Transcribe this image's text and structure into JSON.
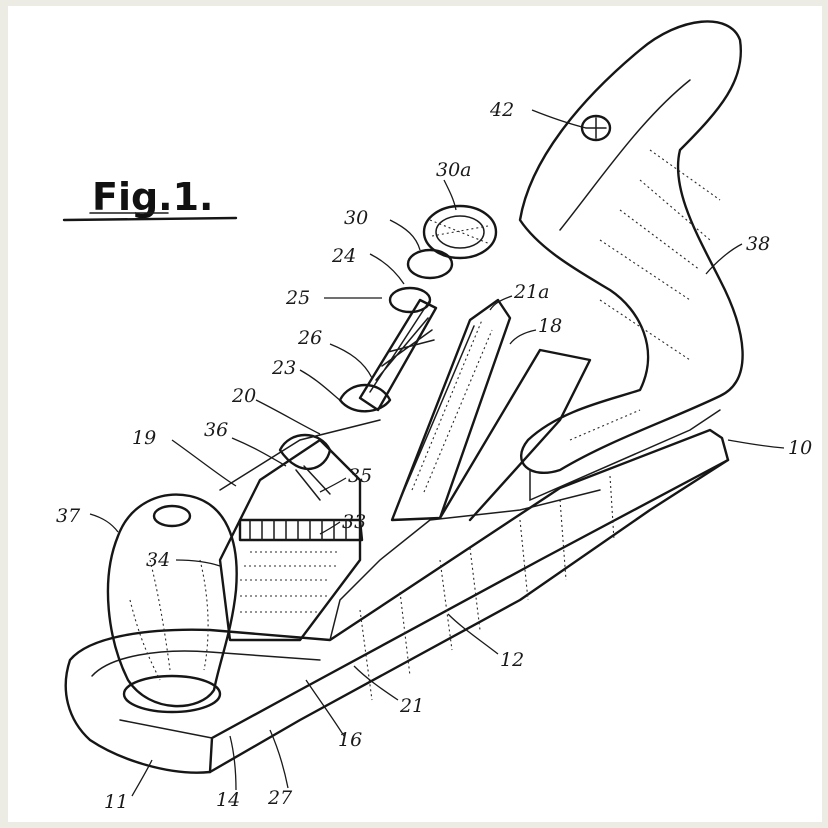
{
  "figure": {
    "title": "Fig.1.",
    "labels": [
      {
        "id": "42",
        "text": "42"
      },
      {
        "id": "30a",
        "text": "30a"
      },
      {
        "id": "30",
        "text": "30"
      },
      {
        "id": "24",
        "text": "24"
      },
      {
        "id": "25",
        "text": "25"
      },
      {
        "id": "21a",
        "text": "21a"
      },
      {
        "id": "18",
        "text": "18"
      },
      {
        "id": "38",
        "text": "38"
      },
      {
        "id": "26",
        "text": "26"
      },
      {
        "id": "23",
        "text": "23"
      },
      {
        "id": "20",
        "text": "20"
      },
      {
        "id": "19",
        "text": "19"
      },
      {
        "id": "36",
        "text": "36"
      },
      {
        "id": "35",
        "text": "35"
      },
      {
        "id": "33",
        "text": "33"
      },
      {
        "id": "10",
        "text": "10"
      },
      {
        "id": "37",
        "text": "37"
      },
      {
        "id": "34",
        "text": "34"
      },
      {
        "id": "12",
        "text": "12"
      },
      {
        "id": "21",
        "text": "21"
      },
      {
        "id": "16",
        "text": "16"
      },
      {
        "id": "11",
        "text": "11"
      },
      {
        "id": "14",
        "text": "14"
      },
      {
        "id": "27",
        "text": "27"
      }
    ]
  }
}
